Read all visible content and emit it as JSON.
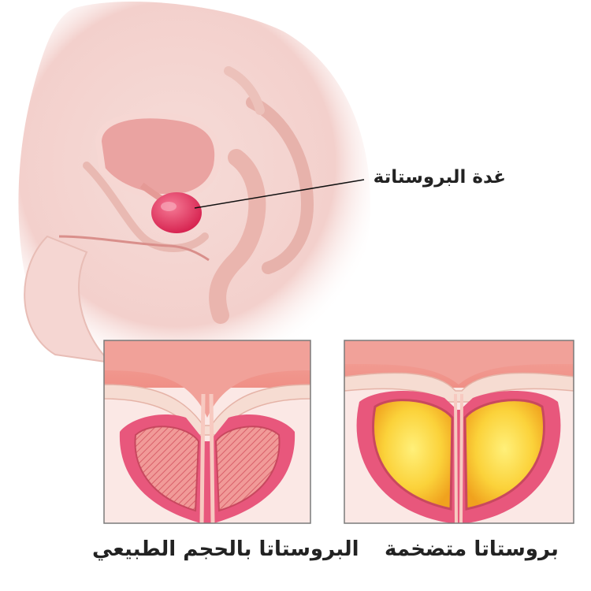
{
  "labels": {
    "prostate_gland": "غدة البروستاتة",
    "normal_size": "البروستاتا بالحجم الطبيعي",
    "enlarged": "بروستاتا متضخمة"
  },
  "colors": {
    "skin": "#f3d3cf",
    "tissue": "#f0a39e",
    "prostate": "#e0305a",
    "enlarged_fill": "#f9c62b",
    "panel_border": "#7a7a7a"
  }
}
